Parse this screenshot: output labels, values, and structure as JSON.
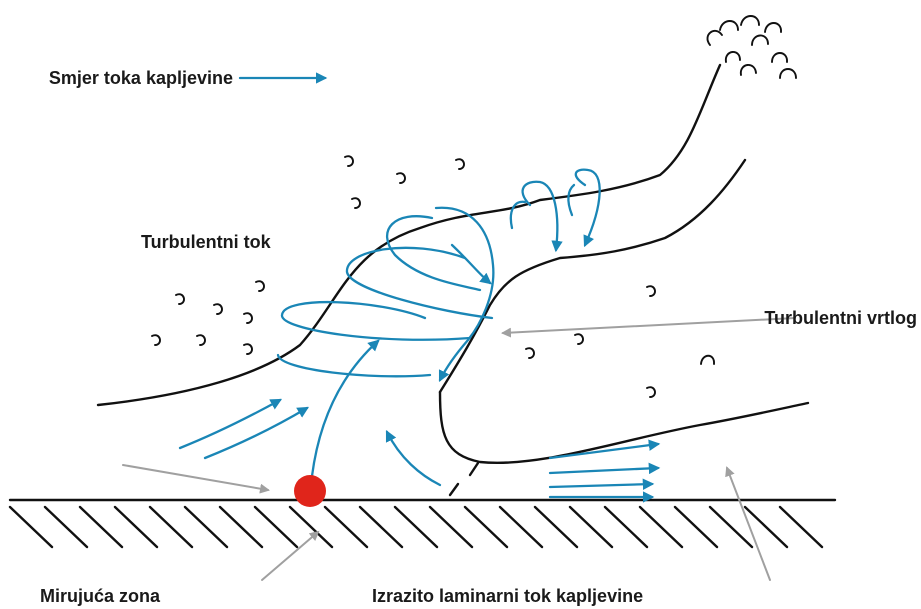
{
  "labels": {
    "flow_direction": "Smjer toka kapljevine",
    "turbulent_flow": "Turbulentni tok",
    "turbulent_vortex": "Turbulentni vrtlog",
    "stagnant_zone": "Mirujuća zona",
    "laminar_flow": "Izrazito laminarni tok kapljevine"
  },
  "colors": {
    "flow_arrows": "#1a86b6",
    "pointer_arrows": "#a0a0a0",
    "contour_lines": "#111111",
    "particle": "#e0251b"
  }
}
